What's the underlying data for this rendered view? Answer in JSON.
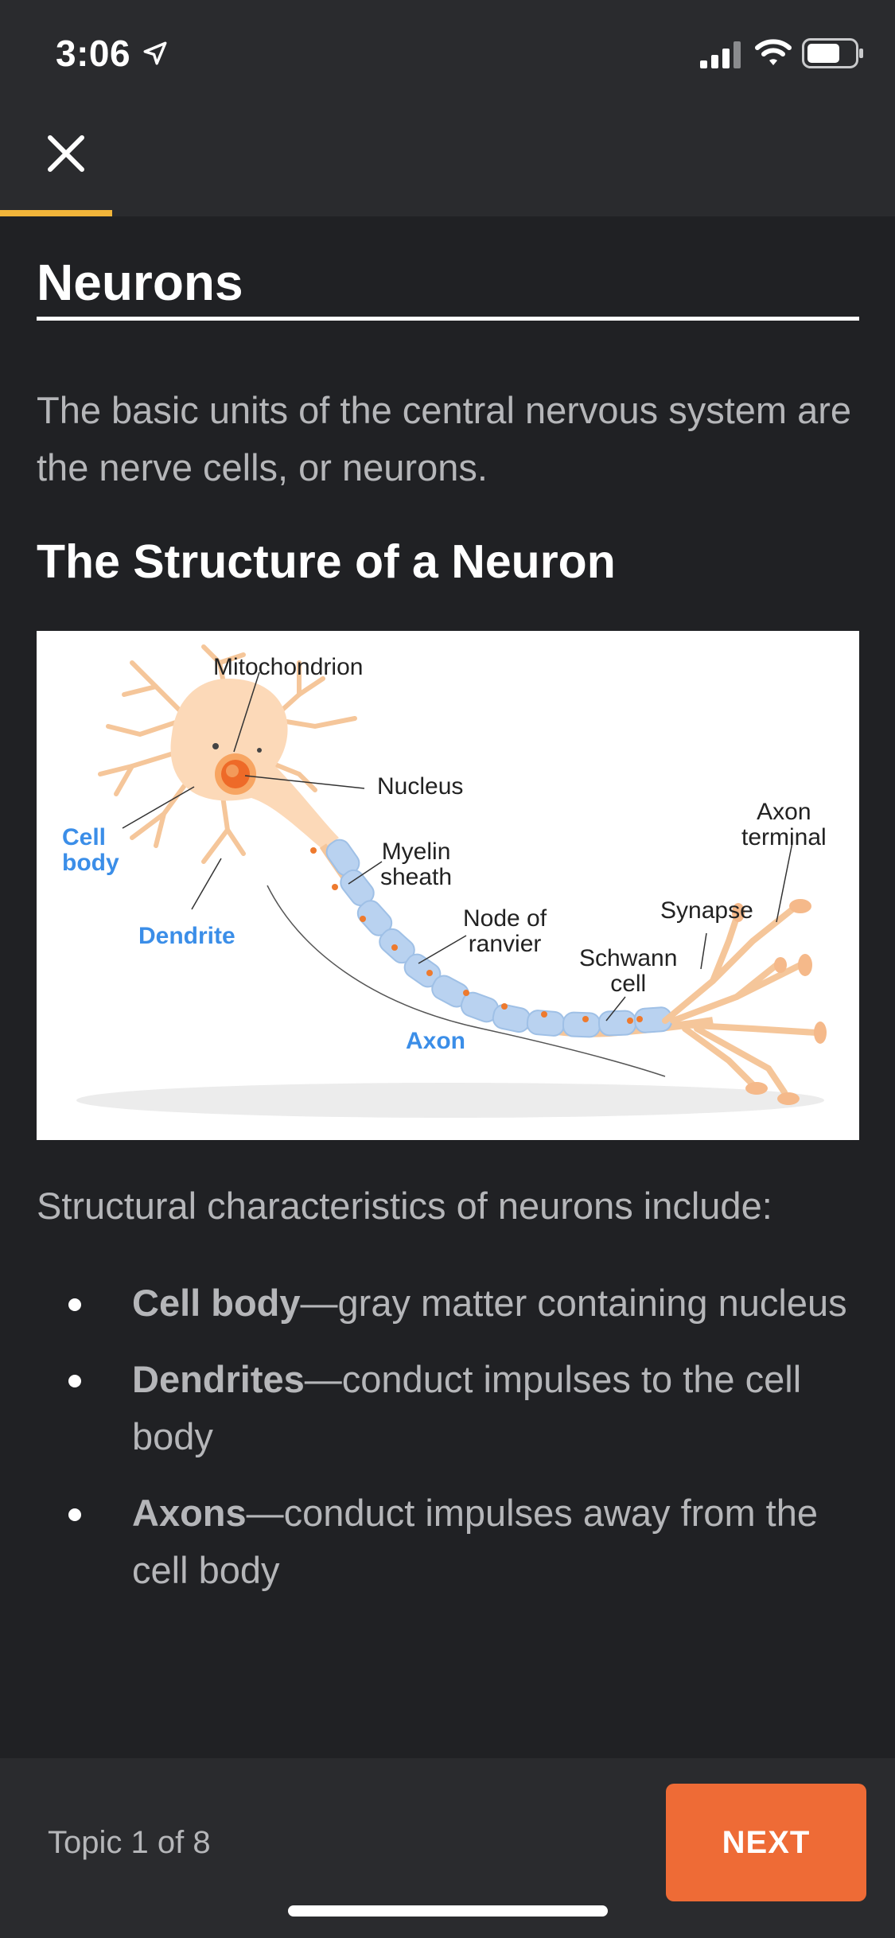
{
  "status_bar": {
    "time": "3:06",
    "icons": [
      "location-arrow-icon",
      "signal-icon",
      "wifi-icon",
      "battery-icon"
    ]
  },
  "header": {
    "close_icon": "close-icon",
    "progress_fraction": 0.125,
    "progress_color": "#f2b53a"
  },
  "content": {
    "title": "Neurons",
    "intro": "The basic units of the central nervous system are the nerve cells, or neurons.",
    "section_heading": "The Structure of a Neuron",
    "diagram": {
      "labels": {
        "mitochondrion": "Mitochondrion",
        "nucleus": "Nucleus",
        "cell_body": "Cell\nbody",
        "myelin_sheath": "Myelin\nsheath",
        "dendrite": "Dendrite",
        "node_of_ranvier": "Node of\nranvier",
        "axon_terminal": "Axon\nterminal",
        "synapse": "Synapse",
        "schwann_cell": "Schwann\ncell",
        "axon": "Axon"
      }
    },
    "structural_intro": "Structural characteristics of neurons include:",
    "bullets": [
      {
        "term": "Cell body",
        "desc": "—gray matter containing nucleus"
      },
      {
        "term": "Dendrites",
        "desc": "—conduct impulses to the cell body"
      },
      {
        "term": "Axons",
        "desc": "—conduct impulses away from the cell body"
      }
    ]
  },
  "footer": {
    "topic_counter": "Topic 1 of 8",
    "next_label": "NEXT",
    "next_color": "#ee6b36"
  }
}
